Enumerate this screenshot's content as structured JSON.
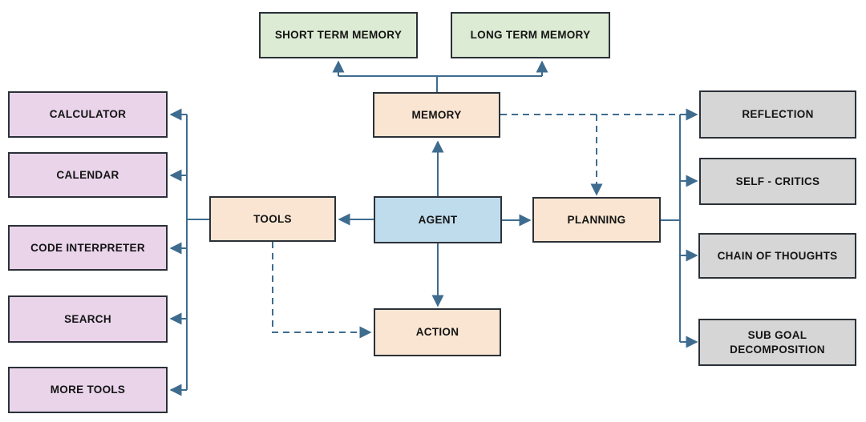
{
  "colors": {
    "bg": "#ffffff",
    "line": "#3e6c8f",
    "border": "#2b3138",
    "text": "#141414",
    "green": "#dcebd3",
    "peach": "#f9e5d2",
    "blue": "#bfdcec",
    "purple": "#e9d4ea",
    "gray": "#d6d6d6"
  },
  "nodes": {
    "short_term_memory": {
      "label": "SHORT TERM MEMORY"
    },
    "long_term_memory": {
      "label": "LONG TERM MEMORY"
    },
    "memory": {
      "label": "MEMORY"
    },
    "agent": {
      "label": "AGENT"
    },
    "tools": {
      "label": "TOOLS"
    },
    "planning": {
      "label": "PLANNING"
    },
    "action": {
      "label": "ACTION"
    },
    "calculator": {
      "label": "CALCULATOR"
    },
    "calendar": {
      "label": "CALENDAR"
    },
    "code_interpreter": {
      "label": "CODE INTERPRETER"
    },
    "search": {
      "label": "SEARCH"
    },
    "more_tools": {
      "label": "MORE TOOLS"
    },
    "reflection": {
      "label": "REFLECTION"
    },
    "self_critics": {
      "label": "SELF - CRITICS"
    },
    "chain_of_thoughts": {
      "label": "CHAIN OF THOUGHTS"
    },
    "sub_goal_decomposition": {
      "label": "SUB GOAL DECOMPOSITION"
    }
  },
  "edges": [
    {
      "from": "agent",
      "to": "memory",
      "style": "solid"
    },
    {
      "from": "memory",
      "to": "short_term_memory",
      "style": "solid"
    },
    {
      "from": "memory",
      "to": "long_term_memory",
      "style": "solid"
    },
    {
      "from": "agent",
      "to": "tools",
      "style": "solid"
    },
    {
      "from": "agent",
      "to": "planning",
      "style": "solid"
    },
    {
      "from": "agent",
      "to": "action",
      "style": "solid"
    },
    {
      "from": "tools",
      "to": "calculator",
      "style": "solid"
    },
    {
      "from": "tools",
      "to": "calendar",
      "style": "solid"
    },
    {
      "from": "tools",
      "to": "code_interpreter",
      "style": "solid"
    },
    {
      "from": "tools",
      "to": "search",
      "style": "solid"
    },
    {
      "from": "tools",
      "to": "more_tools",
      "style": "solid"
    },
    {
      "from": "planning",
      "to": "reflection",
      "style": "solid"
    },
    {
      "from": "planning",
      "to": "self_critics",
      "style": "solid"
    },
    {
      "from": "planning",
      "to": "chain_of_thoughts",
      "style": "solid"
    },
    {
      "from": "planning",
      "to": "sub_goal_decomposition",
      "style": "solid"
    },
    {
      "from": "memory",
      "to": "planning",
      "style": "dashed"
    },
    {
      "from": "memory",
      "to": "reflection",
      "style": "dashed"
    },
    {
      "from": "tools",
      "to": "action",
      "style": "dashed"
    }
  ]
}
